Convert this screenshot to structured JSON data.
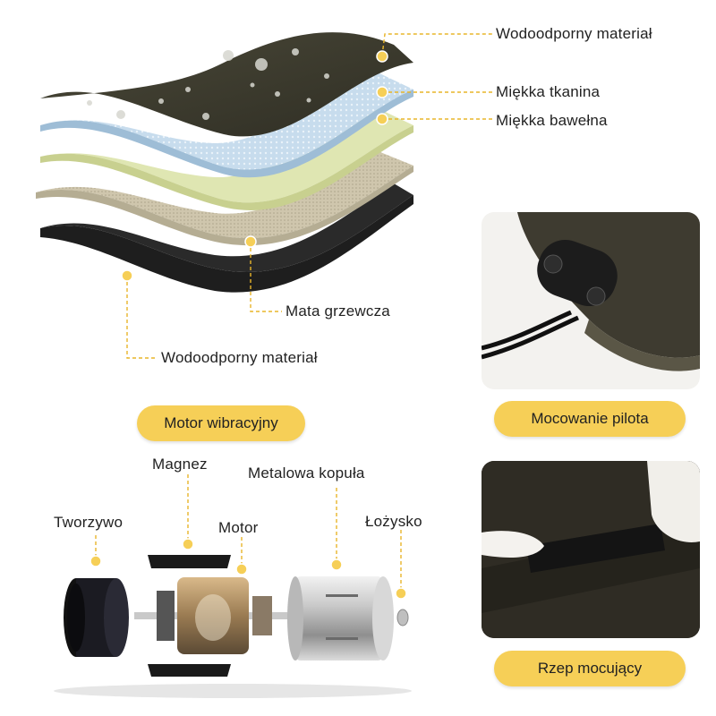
{
  "layers_section": {
    "labels": {
      "top_waterproof": "Wodoodporny materiał",
      "soft_fabric": "Miękka tkanina",
      "soft_cotton": "Miękka bawełna",
      "heating_mat": "Mata grzewcza",
      "bottom_waterproof": "Wodoodporny materiał"
    }
  },
  "motor_section": {
    "title": "Motor wibracyjny",
    "labels": {
      "magnet": "Magnez",
      "metal_dome": "Metalowa kopuła",
      "plastic": "Tworzywo",
      "motor": "Motor",
      "bearing": "Łożysko"
    }
  },
  "photos": {
    "remote_mount_label": "Mocowanie pilota",
    "velcro_label": "Rzep mocujący"
  },
  "colors": {
    "accent": "#f6cf57",
    "leader": "#e8b52a",
    "dark_leather": "#3b3a2e",
    "soft_fabric": "#bcd6e8",
    "cotton": "#dfe6b2",
    "heating_mat": "#cfc6ad",
    "bottom": "#1e1e1e"
  }
}
